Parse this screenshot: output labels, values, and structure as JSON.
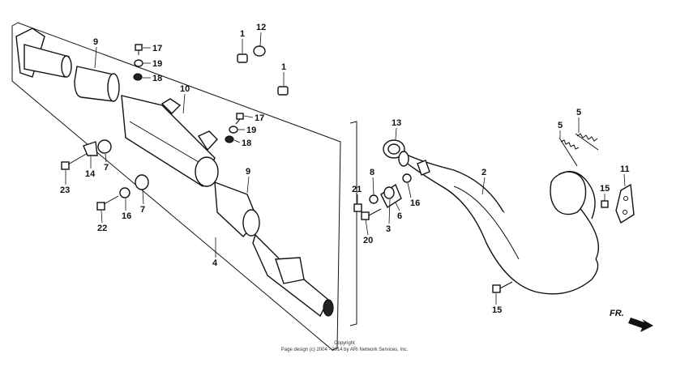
{
  "callouts": {
    "c1a": "1",
    "c12": "12",
    "c1b": "1",
    "c9a": "9",
    "c17a": "17",
    "c19a": "19",
    "c18a": "18",
    "c10": "10",
    "c17b": "17",
    "c19b": "19",
    "c18b": "18",
    "c14": "14",
    "c7a": "7",
    "c23": "23",
    "c9b": "9",
    "c16a": "16",
    "c7b": "7",
    "c22": "22",
    "c4": "4",
    "c13": "13",
    "c8": "8",
    "c21": "21",
    "c6": "6",
    "c16b": "16",
    "c3": "3",
    "c20": "20",
    "c2": "2",
    "c5a": "5",
    "c5b": "5",
    "c11": "11",
    "c15a": "15",
    "c15b": "15"
  },
  "direction_label": "FR.",
  "copyright": {
    "line1": "Copyright",
    "line2": "Page design (c) 2004 - 2014 by ARI Network Services, Inc."
  }
}
